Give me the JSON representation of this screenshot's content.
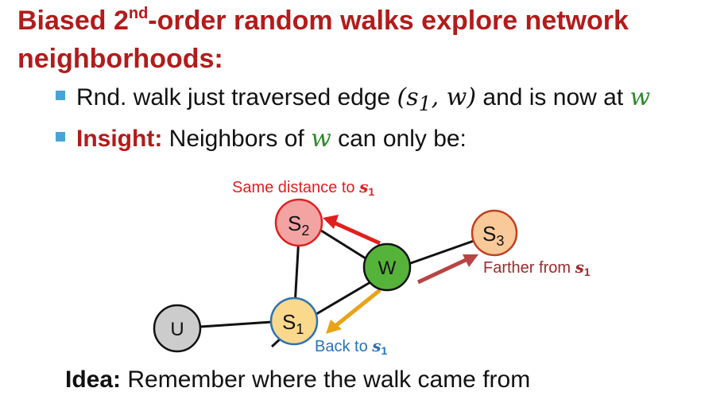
{
  "title": {
    "part1": "Biased 2",
    "sup": "nd",
    "part2": "-order random walks explore network neighborhoods:"
  },
  "bullets": {
    "b1": {
      "text_before": "Rnd. walk just traversed edge ",
      "math_open": "(",
      "math_s": "s",
      "math_sub": "1",
      "math_rest": ", w)",
      "text_mid": " and is now at ",
      "math_w": "w"
    },
    "b2": {
      "insight": "Insight:",
      "text_before": " Neighbors of ",
      "math_w": "w",
      "text_after": " can only be:"
    }
  },
  "graph": {
    "nodes": {
      "s2": {
        "label": "S",
        "sub": "2"
      },
      "s3": {
        "label": "S",
        "sub": "3"
      },
      "w": {
        "label": "W"
      },
      "s1": {
        "label": "S",
        "sub": "1"
      },
      "u": {
        "label": "U"
      }
    },
    "annotations": {
      "same": {
        "text": "Same distance to ",
        "math": "s",
        "sub": "1"
      },
      "farther": {
        "text": "Farther from ",
        "math": "s",
        "sub": "1"
      },
      "back": {
        "text": "Back to ",
        "math": "s",
        "sub": "1"
      }
    },
    "colors": {
      "s2_fill": "#f4a3a3",
      "s3_fill": "#f9c99a",
      "w_fill": "#56b33a",
      "s1_fill": "#fbd98c",
      "u_fill": "#cccccc",
      "arrow_same": "#e02020",
      "arrow_farther": "#b84444",
      "arrow_back": "#e8a317",
      "label_same": "#e02020",
      "label_farther": "#9a2b2b",
      "label_back": "#2a72b5"
    }
  },
  "idea": {
    "bold": "Idea:",
    "text": " Remember where the walk came from"
  }
}
